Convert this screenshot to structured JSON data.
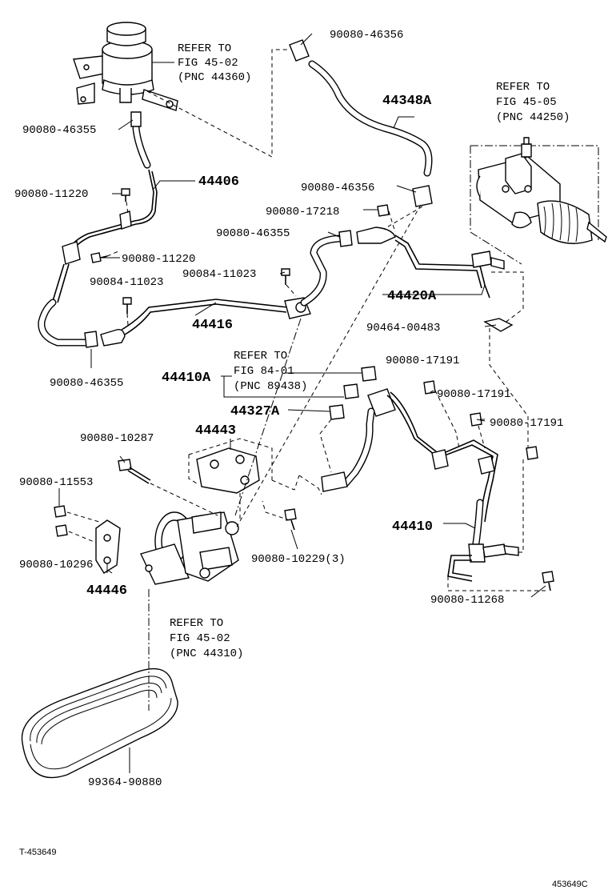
{
  "labels": {
    "p9008046356_top": "90080-46356",
    "refer_reservoir_1": "REFER TO",
    "refer_reservoir_2": "FIG 45-02",
    "refer_reservoir_3": "(PNC 44360)",
    "refer_gear_1": "REFER TO",
    "refer_gear_2": "FIG 45-05",
    "refer_gear_3": "(PNC 44250)",
    "p44348A": "44348A",
    "p9008046355_a": "90080-46355",
    "p44406": "44406",
    "p9008011220_a": "90080-11220",
    "p9008046356_mid": "90080-46356",
    "p9008017218": "90080-17218",
    "p9008046355_b": "90080-46355",
    "p9008011220_b": "90080-11220",
    "p9008411023_a": "90084-11023",
    "p9008411023_b": "90084-11023",
    "p44420A": "44420A",
    "p44416": "44416",
    "p9046400483": "90464-00483",
    "refer_sensor_1": "REFER TO",
    "refer_sensor_2": "FIG 84-01",
    "refer_sensor_3": "(PNC 89438)",
    "p9008017191_a": "90080-17191",
    "p44410A": "44410A",
    "p9008046355_c": "90080-46355",
    "p9008017191_b": "90080-17191",
    "p44327A": "44327A",
    "p9008017191_c": "90080-17191",
    "p44443": "44443",
    "p9008010287": "90080-10287",
    "p9008011553": "90080-11553",
    "p44410": "44410",
    "p9008010229": "90080-10229(3)",
    "p9008010296": "90080-10296",
    "p44446": "44446",
    "p9008011268": "90080-11268",
    "refer_pump_1": "REFER TO",
    "refer_pump_2": "FIG 45-02",
    "refer_pump_3": "(PNC 44310)",
    "p9936490880": "99364-90880",
    "footer_left": "T-453649",
    "footer_right": "453649C"
  }
}
